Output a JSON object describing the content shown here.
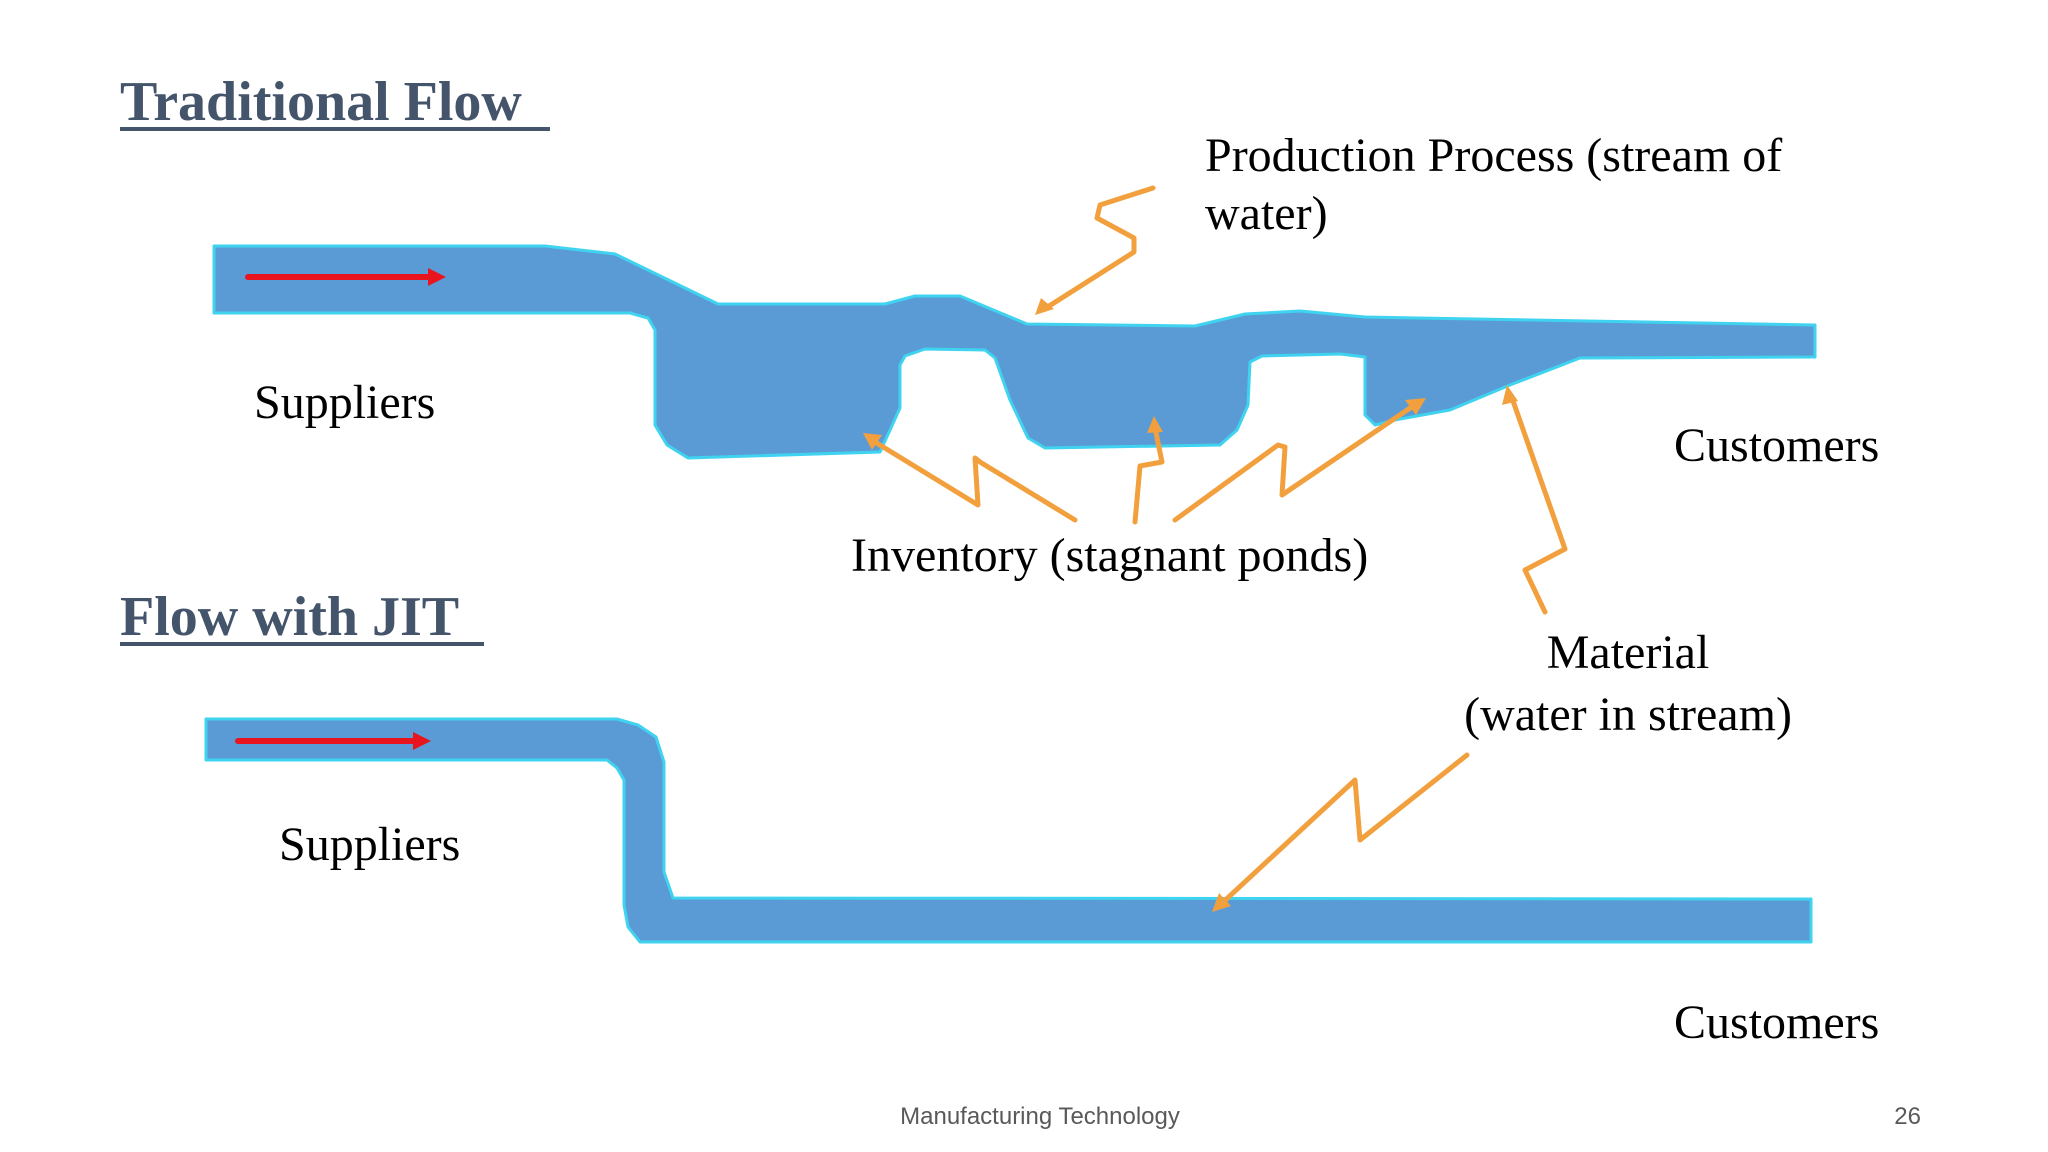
{
  "slide": {
    "traditional_heading": "Traditional Flow",
    "jit_heading": "Flow with JIT",
    "footer_text": "Manufacturing Technology",
    "page_number": "26"
  },
  "labels": {
    "production_process_line1": "Production Process (stream of",
    "production_process_line2": "water)",
    "suppliers_top": "Suppliers",
    "customers_top": "Customers",
    "inventory": "Inventory (stagnant ponds)",
    "material_line1": "Material",
    "material_line2": "(water in stream)",
    "suppliers_bottom": "Suppliers",
    "customers_bottom": "Customers"
  },
  "colors": {
    "heading": "#44546A",
    "stream_fill": "#5B9BD5",
    "stream_edge": "#3FD3F0",
    "callout": "#F2A03D",
    "flow_arrow": "#E8141E"
  },
  "icons": {
    "callout_arrows": "zigzag-arrow-icon",
    "flow_direction": "right-arrow-icon"
  }
}
